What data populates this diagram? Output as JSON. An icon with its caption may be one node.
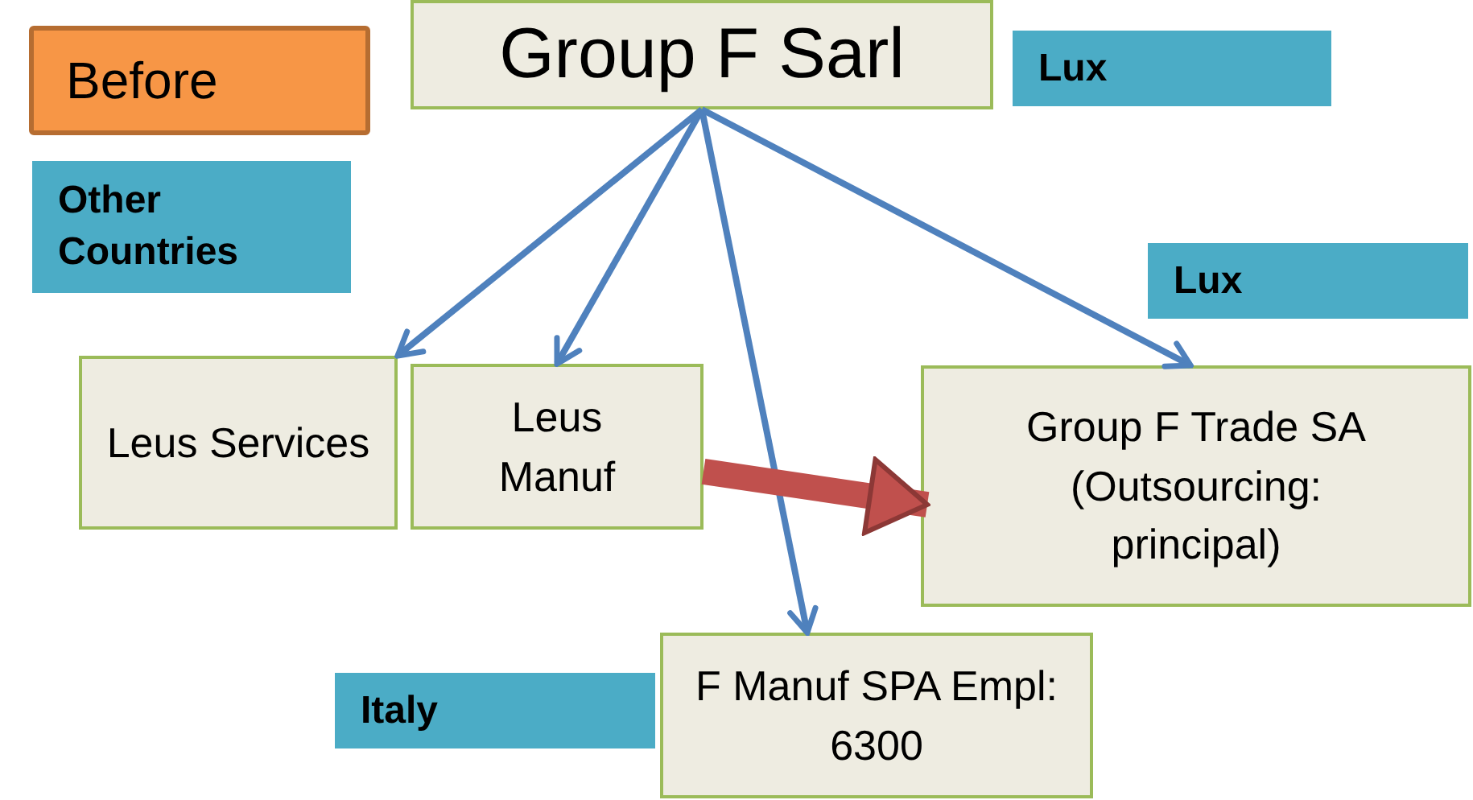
{
  "diagram": {
    "nodes": [
      {
        "text": [
          "Before"
        ]
      },
      {
        "text": [
          "Group F Sarl"
        ]
      },
      {
        "text": [
          "Lux"
        ]
      },
      {
        "text": [
          "Other Countries"
        ]
      },
      {
        "text": [
          "Lux"
        ]
      },
      {
        "text": [
          "Leus Services"
        ]
      },
      {
        "text": [
          "Leus Manuf"
        ]
      },
      {
        "text": [
          "Group F Trade SA (Outsourcing: principal)"
        ]
      },
      {
        "text": [
          "Italy"
        ]
      },
      {
        "text": [
          "F Manuf SPA Empl: 6300"
        ]
      }
    ],
    "edges": [
      {
        "from": 1,
        "to": 5,
        "arrow": "to"
      },
      {
        "from": 1,
        "to": 6,
        "arrow": "to"
      },
      {
        "from": 1,
        "to": 9,
        "arrow": "to"
      },
      {
        "from": 1,
        "to": 7,
        "arrow": "to"
      },
      {
        "from": 6,
        "to": 7,
        "arrow": "to",
        "style": "thick",
        "color": "#c0504d"
      }
    ]
  }
}
